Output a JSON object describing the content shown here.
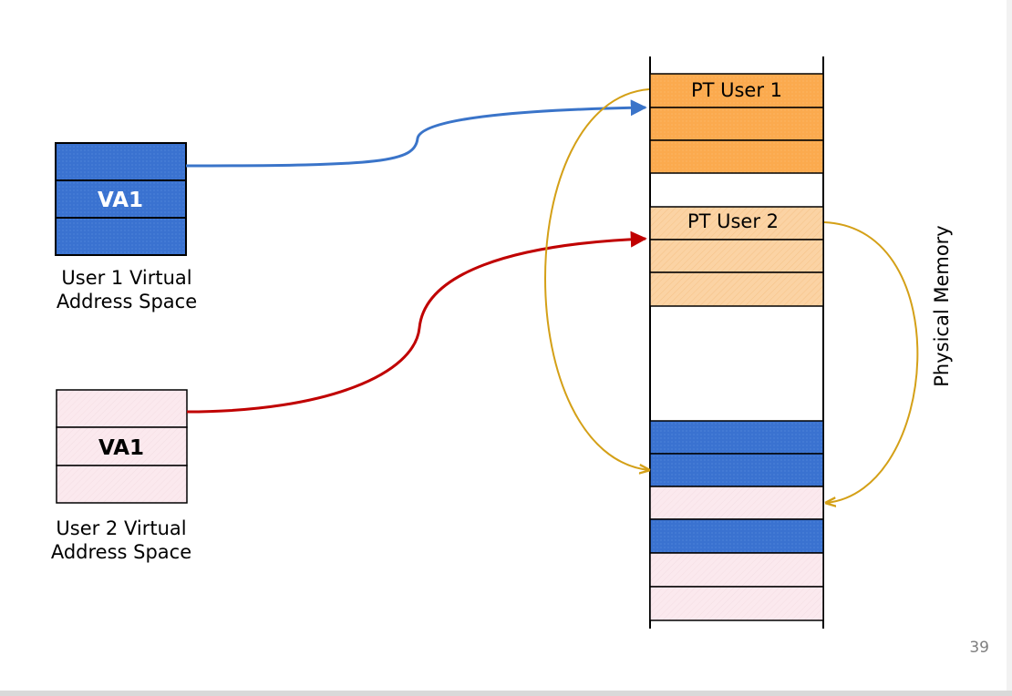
{
  "user1": {
    "cell_label": "VA1",
    "caption_line1": "User 1 Virtual",
    "caption_line2": "Address Space",
    "fill": "#3a72d0"
  },
  "user2": {
    "cell_label": "VA1",
    "caption_line1": "User 2 Virtual",
    "caption_line2": "Address Space",
    "fill": "#fbe9ee"
  },
  "physical_memory": {
    "label": "Physical Memory",
    "pt_user1_label": "PT User 1",
    "pt_user2_label": "PT User 2",
    "pt_user1_fill": "#fbaa4e",
    "pt_user2_fill": "#fbd3a4"
  },
  "arrows": {
    "user1_color": "#3a74c9",
    "user2_color": "#c00000",
    "page_table_color": "#d4a017"
  },
  "page_number": "39"
}
